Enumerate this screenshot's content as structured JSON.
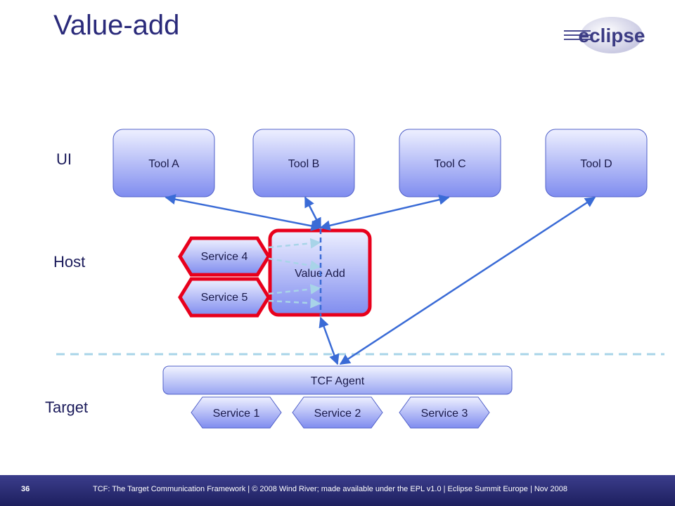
{
  "title": "Value-add",
  "logo_text": "eclipse",
  "layers": {
    "ui": "UI",
    "host": "Host",
    "target": "Target"
  },
  "tools": [
    "Tool A",
    "Tool B",
    "Tool C",
    "Tool D"
  ],
  "value_add": "Value Add",
  "host_services": [
    "Service 4",
    "Service 5"
  ],
  "agent": "TCF Agent",
  "target_services": [
    "Service 1",
    "Service 2",
    "Service 3"
  ],
  "footer": {
    "page": "36",
    "text": "TCF: The Target Communication Framework | © 2008 Wind River; made available under the EPL v1.0 | Eclipse Summit Europe | Nov 2008"
  },
  "colors": {
    "title": "#2a2a7a",
    "arrow": "#3a6bd6",
    "highlight": "#e8001c",
    "dashed": "#a8d4e8"
  }
}
